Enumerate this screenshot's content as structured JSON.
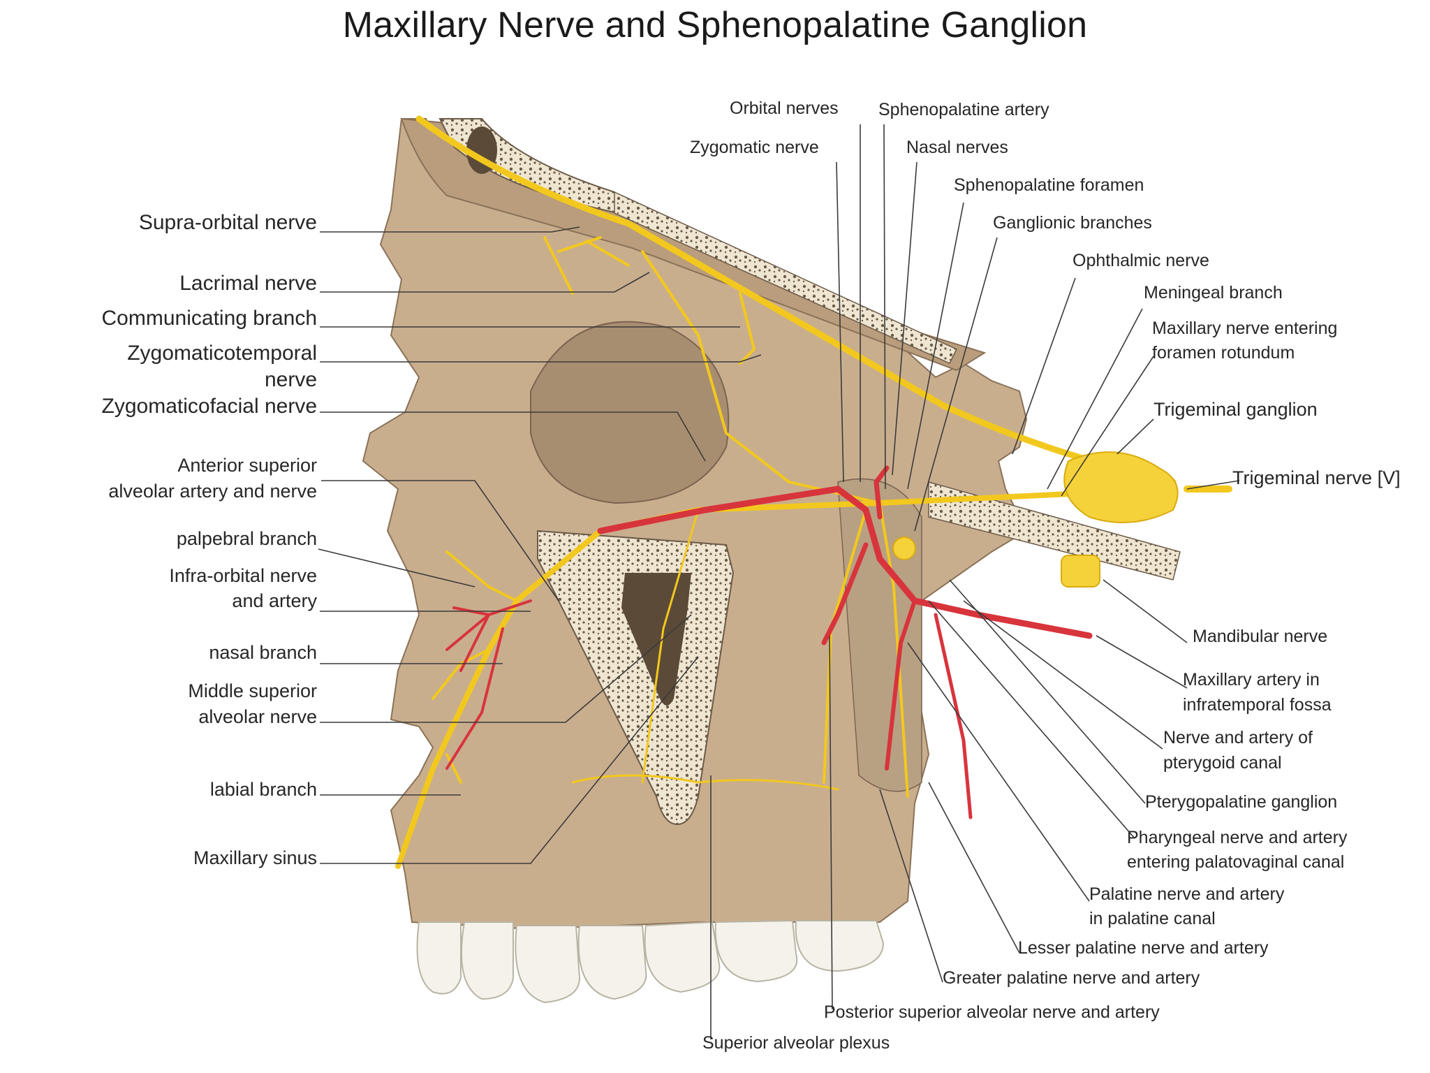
{
  "title": "Maxillary Nerve and Sphenopalatine Ganglion",
  "colors": {
    "bone": "#c9ae8e",
    "bone_dark": "#a88e70",
    "nerve": "#f2c81e",
    "artery": "#d8343c",
    "tooth": "#f4f2ea",
    "leader": "#3a3a3a"
  },
  "labels": {
    "left": {
      "supra_orbital": "Supra-orbital nerve",
      "lacrimal": "Lacrimal nerve",
      "communicating": "Communicating branch",
      "zygomaticotemporal_1": "Zygomaticotemporal",
      "zygomaticotemporal_2": "nerve",
      "zygomaticofacial": "Zygomaticofacial nerve",
      "ant_sup_alveolar_1": "Anterior superior",
      "ant_sup_alveolar_2": "alveolar artery and nerve",
      "palpebral": "palpebral branch",
      "infra_orbital_1": "Infra-orbital nerve",
      "infra_orbital_2": "and artery",
      "nasal_branch": "nasal branch",
      "middle_sup_alveolar_1": "Middle superior",
      "middle_sup_alveolar_2": "alveolar nerve",
      "labial": "labial branch",
      "maxillary_sinus": "Maxillary sinus"
    },
    "top": {
      "orbital_nerves": "Orbital nerves",
      "sphenopalatine_artery": "Sphenopalatine artery",
      "zygomatic_nerve": "Zygomatic nerve",
      "nasal_nerves": "Nasal nerves",
      "sphenopalatine_foramen": "Sphenopalatine foramen",
      "ganglionic_branches": "Ganglionic branches",
      "ophthalmic_nerve": "Ophthalmic nerve",
      "meningeal_branch": "Meningeal branch",
      "max_nerve_rotundum_1": "Maxillary nerve  entering",
      "max_nerve_rotundum_2": "foramen rotundum",
      "trigeminal_ganglion": "Trigeminal ganglion",
      "trigeminal_nerve": "Trigeminal nerve [V]"
    },
    "right": {
      "mandibular_nerve": "Mandibular nerve",
      "max_artery_infratemporal_1": "Maxillary artery in",
      "max_artery_infratemporal_2": "infratemporal fossa",
      "pterygoid_canal_1": "Nerve and artery of",
      "pterygoid_canal_2": "pterygoid canal",
      "pterygopalatine_ganglion": "Pterygopalatine ganglion",
      "pharyngeal_1": "Pharyngeal nerve and artery",
      "pharyngeal_2": "entering palatovaginal canal",
      "palatine_canal_1": "Palatine nerve and artery",
      "palatine_canal_2": "in palatine canal",
      "lesser_palatine": "Lesser palatine nerve and artery",
      "greater_palatine": "Greater palatine nerve and artery",
      "post_sup_alveolar": "Posterior superior alveolar nerve and artery",
      "sup_alveolar_plexus": "Superior alveolar plexus"
    }
  }
}
